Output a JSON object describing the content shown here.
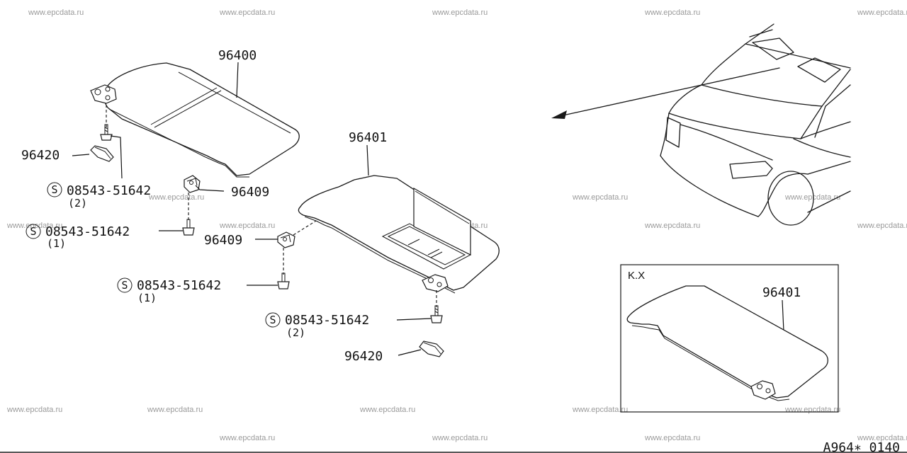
{
  "watermark": "www.epcdata.ru",
  "drawing_code": "A964∗ 0140",
  "inset": {
    "title": "K.X",
    "part_label": "96401"
  },
  "screw_symbol": "S",
  "labels": {
    "visor_left": "96400",
    "visor_right": "96401",
    "holder_left": "96420",
    "holder_right": "96420",
    "clip_upper": "96409",
    "clip_lower": "96409"
  },
  "screws": [
    {
      "code": "08543-51642",
      "qty": "(2)"
    },
    {
      "code": "08543-51642",
      "qty": "(1)"
    },
    {
      "code": "08543-51642",
      "qty": "(1)"
    },
    {
      "code": "08543-51642",
      "qty": "(2)"
    }
  ]
}
